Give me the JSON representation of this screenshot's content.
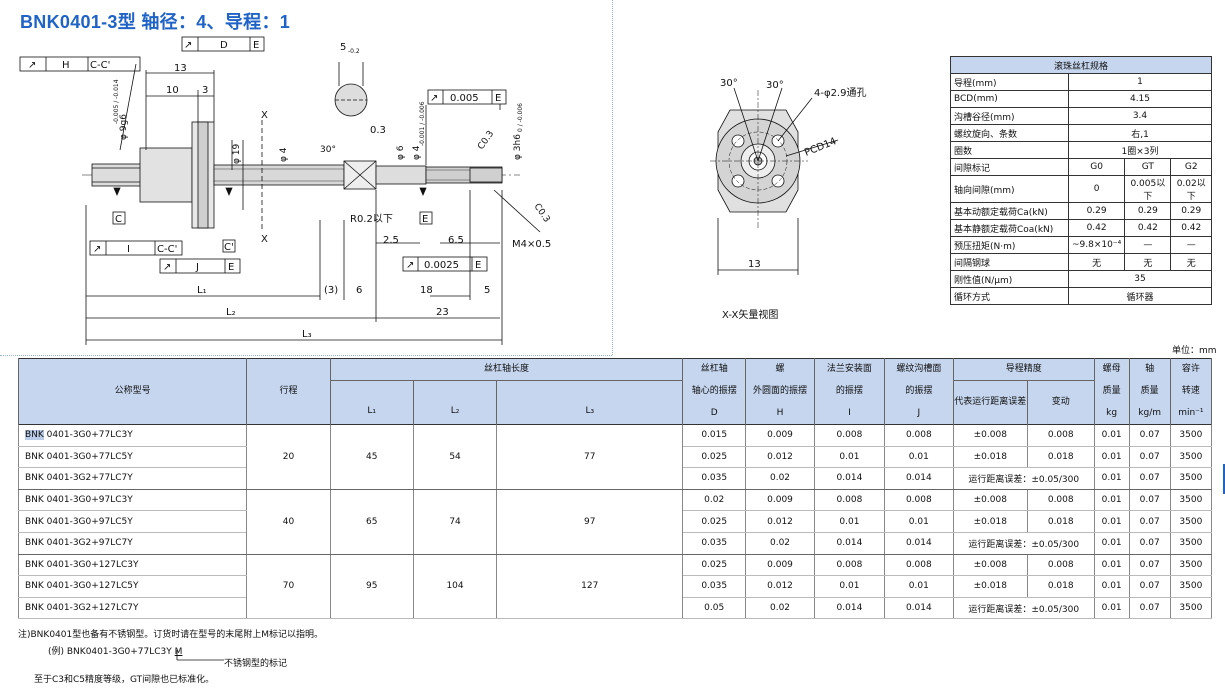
{
  "title": "BNK0401-3型 轴径：4、导程：1",
  "drawing": {
    "labels": {
      "h_ref": "H",
      "h_datum": "C-C'",
      "d_ref": "D",
      "d_datum": "E",
      "i_ref": "I",
      "i_datum": "C-C'",
      "j_ref": "J",
      "j_datum": "E",
      "tol_0005": "0.005",
      "tol_0005_datum": "E",
      "tol_00025": "0.0025",
      "tol_00025_datum": "E",
      "dim_13": "13",
      "dim_10": "10",
      "dim_3": "3",
      "dim_5": "5",
      "dim_5_tol": "-0.2",
      "dim_9g6": "φ 9g6",
      "dim_9g6_tol": "-0.005 / -0.014",
      "dim_19": "φ 19",
      "dim_4": "φ 4",
      "dim_6": "φ 6",
      "dim_4_shaft": "φ 4",
      "dim_4_tol": "-0.001 / -0.006",
      "dim_3h6": "φ 3h6",
      "dim_3h6_tol": "0 / -0.006",
      "dim_30": "30°",
      "dim_03": "0.3",
      "c03a": "C0.3",
      "c03b": "C0.3",
      "x_mark": "X",
      "c_mark": "C",
      "c2_mark": "C'",
      "e_mark": "E",
      "r02": "R0.2以下",
      "dim_25": "2.5",
      "dim_65": "6.5",
      "m4": "M4×0.5",
      "l1": "L₁",
      "l2": "L₂",
      "l3": "L₃",
      "p3": "(3)",
      "d6": "6",
      "d18": "18",
      "d5": "5",
      "d23": "23"
    },
    "section": {
      "a30_left": "30°",
      "a30_right": "30°",
      "holes": "4-φ2.9通孔",
      "pcd": "PCD14",
      "width": "13",
      "caption": "X-X矢量视图"
    }
  },
  "spec": {
    "header": "滚珠丝杠规格",
    "rows": [
      {
        "k": "导程(mm)",
        "v": "1"
      },
      {
        "k": "BCD(mm)",
        "v": "4.15"
      },
      {
        "k": "沟槽谷径(mm)",
        "v": "3.4"
      },
      {
        "k": "螺纹旋向、条数",
        "v": "右,1"
      },
      {
        "k": "圈数",
        "v": "1圈×3列"
      }
    ],
    "clearance_label": "间隙标记",
    "clearance": [
      "G0",
      "GT",
      "G2"
    ],
    "axial_label": "轴向间隙(mm)",
    "axial": [
      "0",
      "0.005以下",
      "0.02以下"
    ],
    "ca_label": "基本动额定载荷Ca(kN)",
    "ca": [
      "0.29",
      "0.29",
      "0.29"
    ],
    "coa_label": "基本静额定载荷Coa(kN)",
    "coa": [
      "0.42",
      "0.42",
      "0.42"
    ],
    "torque_label": "预压扭矩(N·m)",
    "torque": [
      "~9.8×10⁻⁴",
      "—",
      "—"
    ],
    "spacer_label": "间隔钢球",
    "spacer": [
      "无",
      "无",
      "无"
    ],
    "rigidity_label": "刚性值(N/μm)",
    "rigidity": "35",
    "circ_label": "循环方式",
    "circ": "循环器"
  },
  "unit": "单位：mm",
  "table": {
    "headers": {
      "model": "公称型号",
      "stroke": "行程",
      "shaft_len": "丝杠轴长度",
      "l1": "L₁",
      "l2": "L₂",
      "l3": "L₃",
      "d_1": "丝杠轴",
      "d_2": "轴心的振摆",
      "d_3": "D",
      "h_1": "螺",
      "h_2": "外圆面的振摆",
      "h_3": "H",
      "i_1": "法兰安装面",
      "i_2": "的振摆",
      "i_3": "I",
      "j_1": "螺纹沟槽面",
      "j_2": "的振摆",
      "j_3": "J",
      "lead_acc": "导程精度",
      "lead_rep": "代表运行距离误差",
      "lead_var": "变动",
      "nut_1": "螺母",
      "nut_2": "质量",
      "nut_3": "kg",
      "shaft_1": "轴",
      "shaft_2": "质量",
      "shaft_3": "kg/m",
      "speed_1": "容许",
      "speed_2": "转速",
      "speed_3": "min⁻¹"
    },
    "groups": [
      {
        "stroke": "20",
        "l1": "45",
        "l2": "54",
        "l3": "77"
      },
      {
        "stroke": "40",
        "l1": "65",
        "l2": "74",
        "l3": "97"
      },
      {
        "stroke": "70",
        "l1": "95",
        "l2": "104",
        "l3": "127"
      }
    ],
    "rows": [
      {
        "prefix": "BNK",
        "model": " 0401-3G0+77LC3Y",
        "d": "0.015",
        "h": "0.009",
        "i": "0.008",
        "j": "0.008",
        "rep": "±0.008",
        "var": "0.008",
        "nut": "0.01",
        "shaft": "0.07",
        "speed": "3500"
      },
      {
        "model": "BNK 0401-3G0+77LC5Y",
        "d": "0.025",
        "h": "0.012",
        "i": "0.01",
        "j": "0.01",
        "rep": "±0.018",
        "var": "0.018",
        "nut": "0.01",
        "shaft": "0.07",
        "speed": "3500"
      },
      {
        "model": "BNK 0401-3G2+77LC7Y",
        "d": "0.035",
        "h": "0.02",
        "i": "0.014",
        "j": "0.014",
        "merged": "运行距离误差：±0.05/300",
        "nut": "0.01",
        "shaft": "0.07",
        "speed": "3500"
      },
      {
        "model": "BNK 0401-3G0+97LC3Y",
        "d": "0.02",
        "h": "0.009",
        "i": "0.008",
        "j": "0.008",
        "rep": "±0.008",
        "var": "0.008",
        "nut": "0.01",
        "shaft": "0.07",
        "speed": "3500"
      },
      {
        "model": "BNK 0401-3G0+97LC5Y",
        "d": "0.025",
        "h": "0.012",
        "i": "0.01",
        "j": "0.01",
        "rep": "±0.018",
        "var": "0.018",
        "nut": "0.01",
        "shaft": "0.07",
        "speed": "3500"
      },
      {
        "model": "BNK 0401-3G2+97LC7Y",
        "d": "0.035",
        "h": "0.02",
        "i": "0.014",
        "j": "0.014",
        "merged": "运行距离误差：±0.05/300",
        "nut": "0.01",
        "shaft": "0.07",
        "speed": "3500"
      },
      {
        "model": "BNK 0401-3G0+127LC3Y",
        "d": "0.025",
        "h": "0.009",
        "i": "0.008",
        "j": "0.008",
        "rep": "±0.008",
        "var": "0.008",
        "nut": "0.01",
        "shaft": "0.07",
        "speed": "3500"
      },
      {
        "model": "BNK 0401-3G0+127LC5Y",
        "d": "0.035",
        "h": "0.012",
        "i": "0.01",
        "j": "0.01",
        "rep": "±0.018",
        "var": "0.018",
        "nut": "0.01",
        "shaft": "0.07",
        "speed": "3500"
      },
      {
        "model": "BNK 0401-3G2+127LC7Y",
        "d": "0.05",
        "h": "0.02",
        "i": "0.014",
        "j": "0.014",
        "merged": "运行距离误差：±0.05/300",
        "nut": "0.01",
        "shaft": "0.07",
        "speed": "3500"
      }
    ]
  },
  "notes": {
    "note1": "注)BNK0401型也备有不锈钢型。订货时请在型号的末尾附上M标记以指明。",
    "example_prefix": "(例) BNK0401-3G0+77LC3Y",
    "example_m": "M",
    "example_label": "不锈钢型的标记",
    "note2": "至于C3和C5精度等级，GT间隙也已标准化。"
  }
}
